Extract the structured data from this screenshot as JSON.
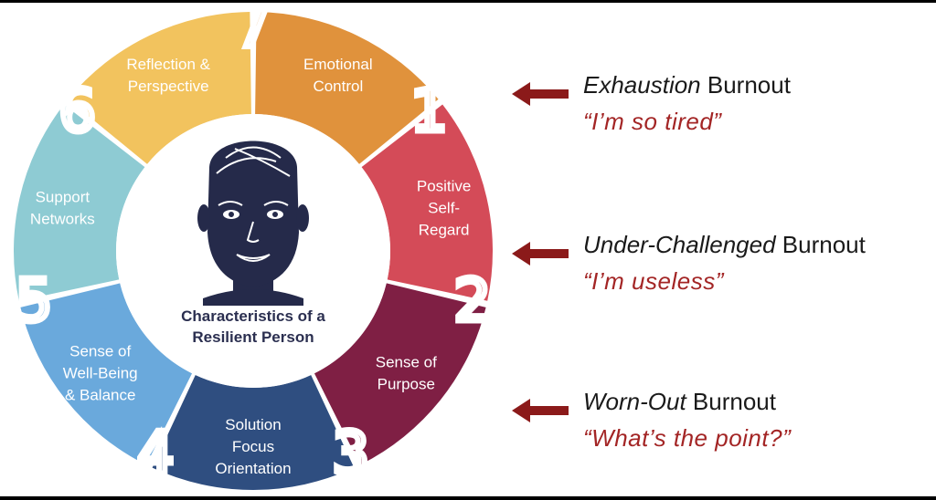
{
  "diagram": {
    "center_title_line1": "Characteristics of a",
    "center_title_line2": "Resilient Person",
    "segments": [
      {
        "number": "1",
        "lines": [
          "Emotional",
          "Control"
        ],
        "color": "#e0923c"
      },
      {
        "number": "2",
        "lines": [
          "Positive",
          "Self-",
          "Regard"
        ],
        "color": "#d44b58"
      },
      {
        "number": "3",
        "lines": [
          "Sense of",
          "Purpose"
        ],
        "color": "#7f1f44"
      },
      {
        "number": "4",
        "lines": [
          "Solution",
          "Focus",
          "Orientation"
        ],
        "color": "#2f4e80"
      },
      {
        "number": "5",
        "lines": [
          "Sense of",
          "Well-Being",
          "& Balance"
        ],
        "color": "#6aa9dc"
      },
      {
        "number": "6",
        "lines": [
          "Support",
          "Networks"
        ],
        "color": "#8ecbd3"
      },
      {
        "number": "7",
        "lines": [
          "Reflection &",
          "Perspective"
        ],
        "color": "#f2c35e"
      }
    ]
  },
  "burnout_types": [
    {
      "emphasis": "Exhaustion",
      "suffix": " Burnout",
      "quote": "“I’m so tired”"
    },
    {
      "emphasis": "Under-Challenged",
      "suffix": " Burnout",
      "quote": "“I’m useless”"
    },
    {
      "emphasis": "Worn-Out",
      "suffix": " Burnout",
      "quote": "“What’s the point?”"
    }
  ],
  "colors": {
    "arrow": "#8b1a1a",
    "quote": "#a32525",
    "center_text": "#2b2f50",
    "face": "#252a4a"
  },
  "icons": [
    "person-head-icon",
    "left-arrow-icon"
  ]
}
